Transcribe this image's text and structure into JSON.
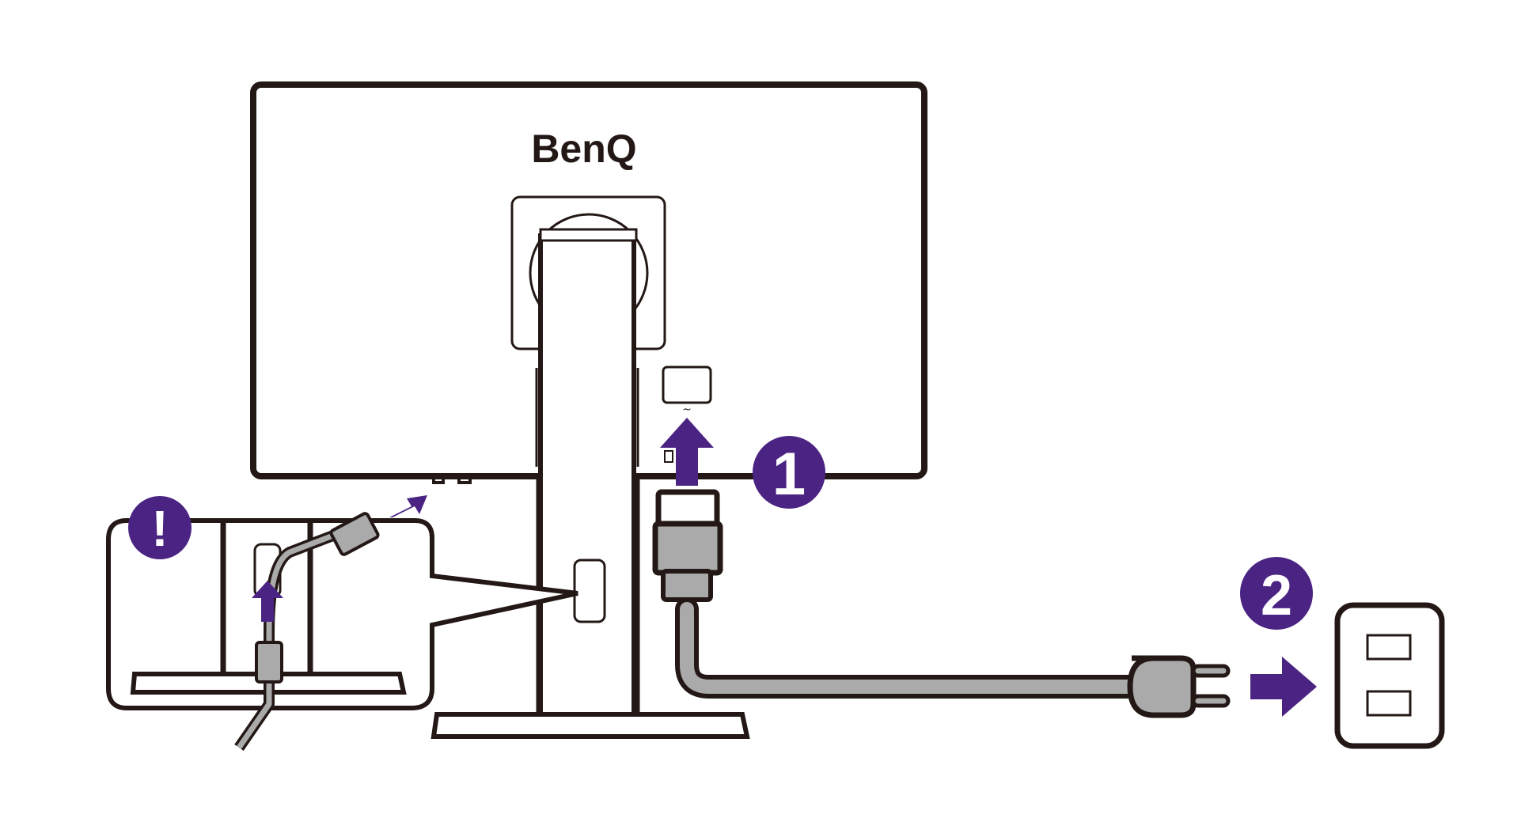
{
  "brand": "BenQ",
  "steps": {
    "step1": "1",
    "step2": "2",
    "caution": "!"
  },
  "port_symbol": "~",
  "switch_symbol": "0",
  "colors": {
    "outline": "#231815",
    "accent_purple": "#4b2483",
    "cable_gray": "#aaaaaa",
    "background": "#ffffff"
  }
}
